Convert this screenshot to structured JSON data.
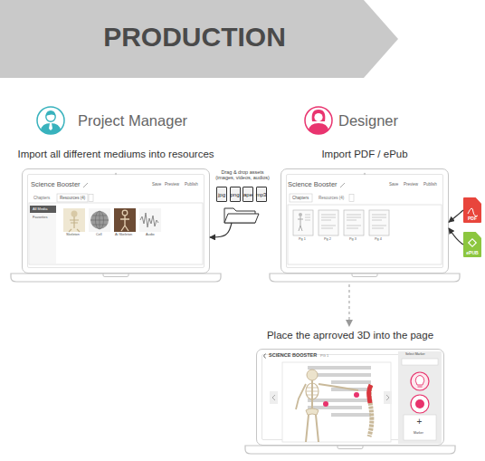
{
  "diagram": {
    "title": "PRODUCTION",
    "nodes": [
      {
        "text": [
          "Import all different mediums into resources"
        ]
      },
      {
        "text": [
          "Drag & drop assets (images, videos, audios)"
        ]
      },
      {
        "text": [
          "jpg"
        ],
        "in": 1
      },
      {
        "text": [
          "png"
        ],
        "in": 1
      },
      {
        "text": [
          "ape"
        ],
        "in": 1
      },
      {
        "text": [
          "mp3"
        ],
        "in": 1
      },
      {
        "text": [
          "Import PDF / ePub"
        ]
      },
      {
        "text": [
          "PDF"
        ]
      },
      {
        "text": [
          "ePUB"
        ]
      },
      {
        "text": [
          "Place the aprroved 3D into the page"
        ]
      }
    ],
    "edges": [
      {
        "from": 1,
        "to": 0,
        "arrow": "to"
      },
      {
        "from": 7,
        "to": 6,
        "arrow": "to"
      },
      {
        "from": 8,
        "to": 6,
        "arrow": "to"
      },
      {
        "from": 6,
        "to": 9,
        "arrow": "to"
      }
    ],
    "labels": [
      "Project Manager",
      "Designer",
      "Science Booster",
      "Save",
      "Preview",
      "Publish",
      "Chapters",
      "Resources (4)",
      "All Media",
      "Favorites",
      "Skeleton",
      "Cell",
      "Ai Skeleton",
      "Audio",
      "Science Booster",
      "Save",
      "Preview",
      "Publish",
      "Chapters",
      "Resources (4)",
      "Pg 1",
      "Pg 2",
      "Pg 3",
      "Pg 4",
      "SCIENCE BOOSTER",
      "PG 1",
      "Select Marker",
      "+",
      "Marker"
    ]
  }
}
